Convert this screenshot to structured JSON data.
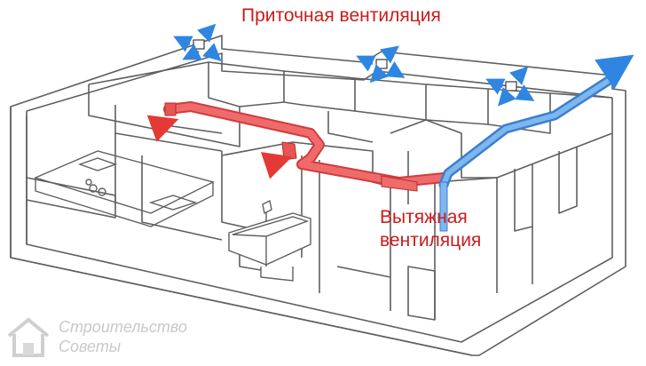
{
  "labels": {
    "supply_ventilation": "Приточная вентиляция",
    "exhaust_ventilation_line1": "Вытяжная",
    "exhaust_ventilation_line2": "вентиляция"
  },
  "watermark": {
    "line1": "Строительство",
    "line2": "Советы"
  },
  "colors": {
    "supply_duct": "#e84a4a",
    "exhaust_duct": "#5a9be0",
    "label_text": "#cc1b1b",
    "walls": "#6b6b6b",
    "watermark": "#c9c9c9"
  }
}
